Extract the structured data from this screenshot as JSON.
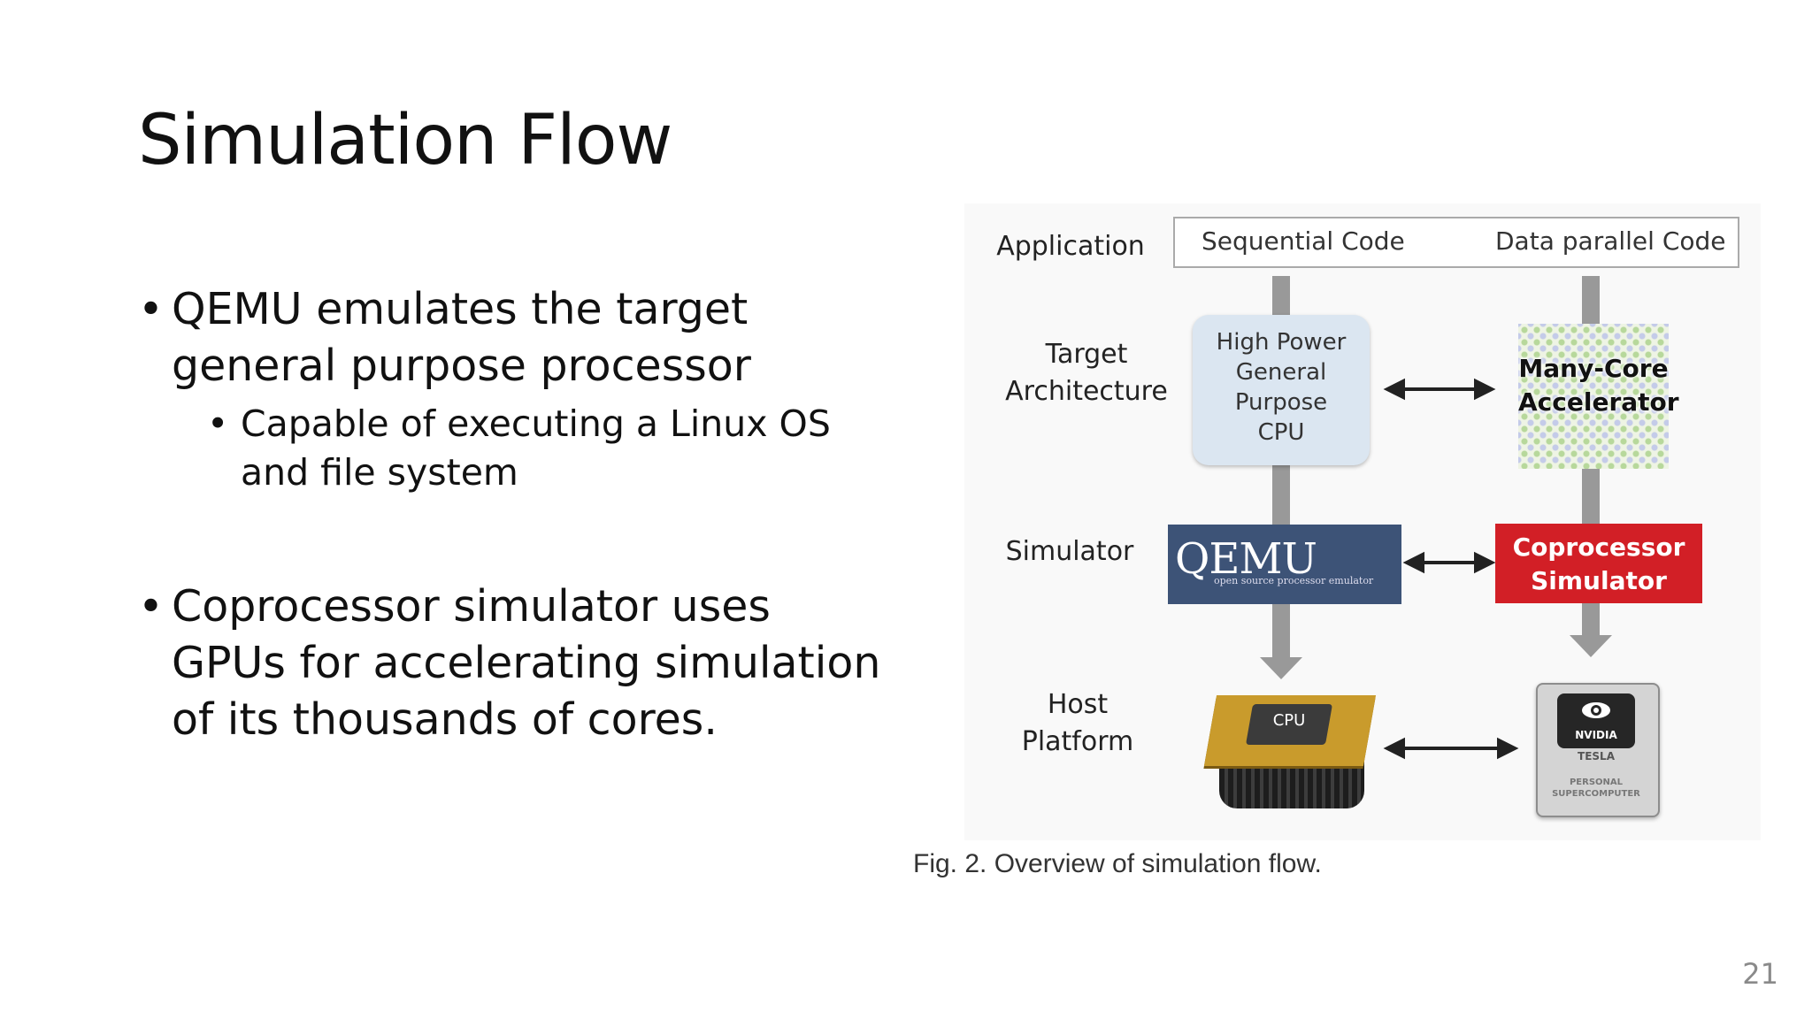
{
  "slide": {
    "title": "Simulation Flow",
    "page_number": "21",
    "bullets": [
      {
        "text_lines": [
          "QEMU emulates the target",
          "general purpose processor"
        ],
        "sub": [
          "Capable of executing a Linux OS",
          "and file system"
        ]
      },
      {
        "text_lines": [
          "Coprocessor simulator uses",
          "GPUs for accelerating simulation",
          "of its thousands of cores."
        ]
      }
    ],
    "bullet_glyph": "•"
  },
  "figure": {
    "row_labels": {
      "application": "Application",
      "target_line1": "Target",
      "target_line2": "Architecture",
      "simulator": "Simulator",
      "host_line1": "Host",
      "host_line2": "Platform"
    },
    "app_left": "Sequential Code",
    "app_right": "Data parallel Code",
    "cpu_card_lines": [
      "High Power",
      "General",
      "Purpose",
      "CPU"
    ],
    "manycore_lines": [
      "Many-Core",
      "Accelerator"
    ],
    "qemu_main": "QEMU",
    "qemu_sub": "open source processor emulator",
    "copro_lines": [
      "Coprocessor",
      "Simulator"
    ],
    "chip_label": "CPU",
    "tesla_brand": "NVIDIA",
    "tesla_model": "TESLA",
    "tesla_foot": [
      "PERSONAL",
      "SUPERCOMPUTER"
    ],
    "caption": "Fig. 2. Overview of simulation flow.",
    "colors": {
      "qemu": "#3d5377",
      "coprocessor": "#d21f26",
      "cpu_card": "#dbe6f1"
    }
  }
}
